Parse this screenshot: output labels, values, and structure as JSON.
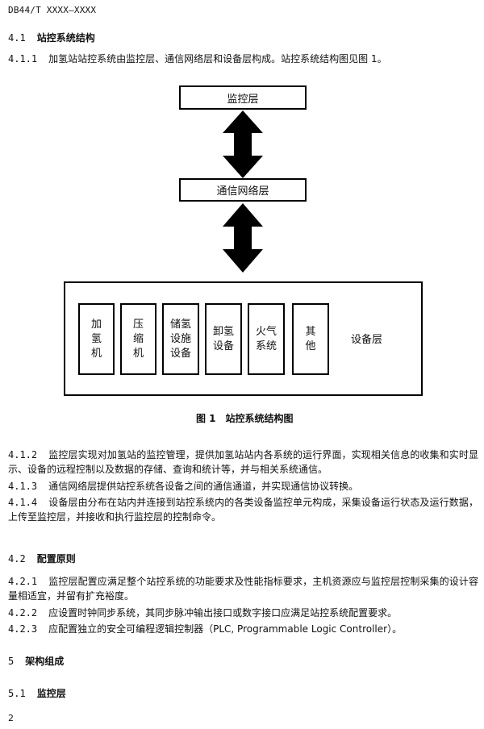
{
  "header": {
    "doc_id": "DB44/T XXXX—XXXX"
  },
  "section_4_1": {
    "num": "4.1",
    "title": "站控系统结构"
  },
  "p_4_1_1": {
    "num": "4.1.1",
    "text": "加氢站站控系统由监控层、通信网络层和设备层构成。站控系统结构图见图 1。"
  },
  "figure": {
    "top_box": "监控层",
    "mid_box": "通信网络层",
    "equipment_items": [
      "加氢机",
      "压缩机",
      "储氢设施设备",
      "卸氢设备",
      "火气系统",
      "其他"
    ],
    "equipment_label": "设备层",
    "caption": "图 1　站控系统结构图"
  },
  "p_4_1_2": {
    "num": "4.1.2",
    "text": "监控层实现对加氢站的监控管理，提供加氢站站内各系统的运行界面，实现相关信息的收集和实时显示、设备的远程控制以及数据的存储、查询和统计等，并与相关系统通信。"
  },
  "p_4_1_3": {
    "num": "4.1.3",
    "text": "通信网络层提供站控系统各设备之间的通信通道，并实现通信协议转换。"
  },
  "p_4_1_4": {
    "num": "4.1.4",
    "text": "设备层由分布在站内并连接到站控系统内的各类设备监控单元构成，采集设备运行状态及运行数据，上传至监控层，并接收和执行监控层的控制命令。"
  },
  "section_4_2": {
    "num": "4.2",
    "title": "配置原则"
  },
  "p_4_2_1": {
    "num": "4.2.1",
    "text": "监控层配置应满足整个站控系统的功能要求及性能指标要求，主机资源应与监控层控制采集的设计容量相适宜，并留有扩充裕度。"
  },
  "p_4_2_2": {
    "num": "4.2.2",
    "text": "应设置时钟同步系统，其同步脉冲输出接口或数字接口应满足站控系统配置要求。"
  },
  "p_4_2_3": {
    "num": "4.2.3",
    "text": "应配置独立的安全可编程逻辑控制器（PLC, Programmable Logic Controller）。"
  },
  "section_5": {
    "num": "5",
    "title": "架构组成"
  },
  "section_5_1": {
    "num": "5.1",
    "title": "监控层"
  },
  "page_number": "2"
}
